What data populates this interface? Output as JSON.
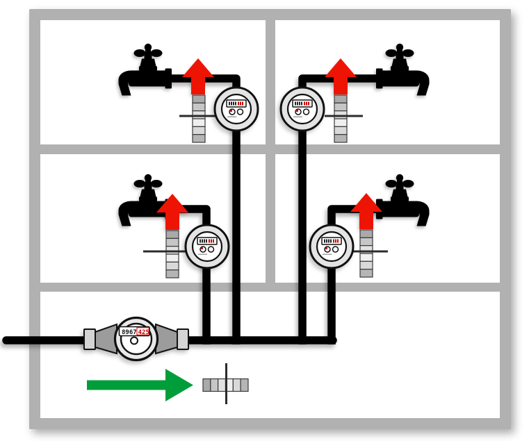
{
  "diagram": {
    "subject": "apartment-water-metering-schematic",
    "main_meter": {
      "reading_black": "8967",
      "reading_red": "425"
    },
    "colors": {
      "wall": "#b1b1b1",
      "room": "#ffffff",
      "pipe": "#000000",
      "arrow_red": "#ee1404",
      "arrow_green": "#009e3a",
      "meter_light": "#e6e6e6",
      "digit_red": "#cc0000"
    },
    "icons": [
      "faucet-icon",
      "apartment-water-meter-icon",
      "main-water-meter-icon",
      "flow-up-arrow-icon",
      "inflow-arrow-icon",
      "pipe-coupling-icon"
    ]
  }
}
